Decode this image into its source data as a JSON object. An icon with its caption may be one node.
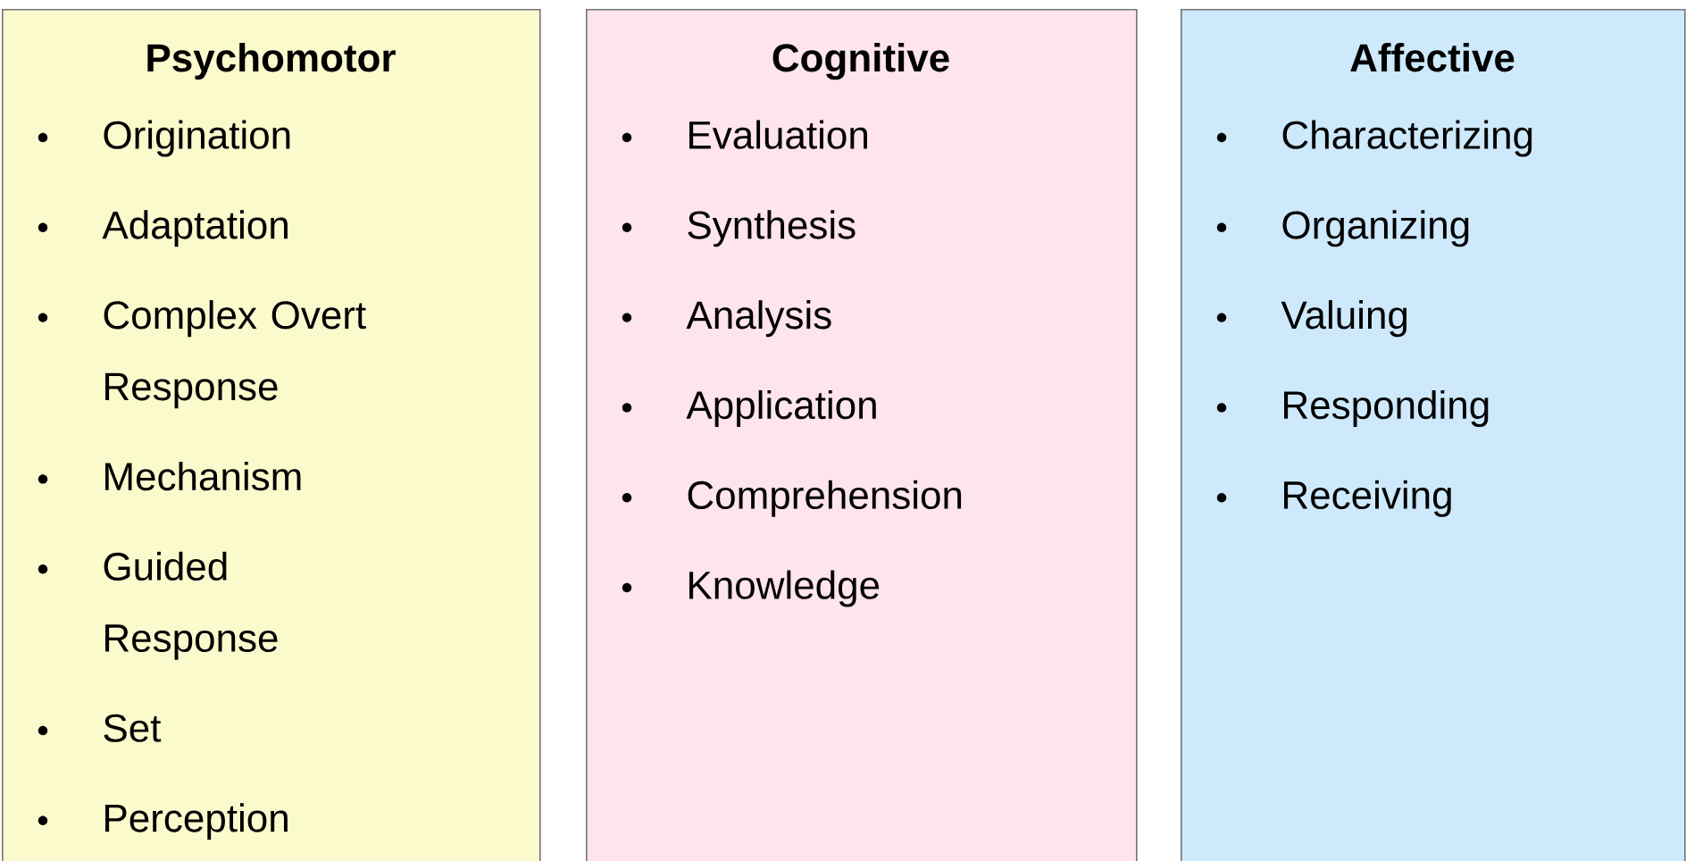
{
  "diagram": {
    "nodes": [
      {
        "text": [
          "Psychomotor",
          "Origination",
          "Adaptation",
          "Complex Overt Response",
          "Mechanism",
          "Guided Response",
          "Set",
          "Perception"
        ]
      },
      {
        "text": [
          "Cognitive",
          "Evaluation",
          "Synthesis",
          "Analysis",
          "Application",
          "Comprehension",
          "Knowledge"
        ]
      },
      {
        "text": [
          "Affective",
          "Characterizing",
          "Organizing",
          "Valuing",
          "Responding",
          "Receiving"
        ]
      }
    ]
  }
}
